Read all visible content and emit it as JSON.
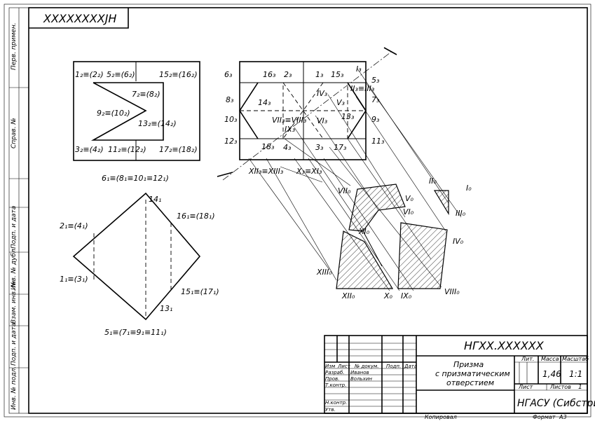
{
  "frame": {
    "code_box": "XXXXXXXXJH",
    "side_labels": [
      "Перв. примен.",
      "Справ. №",
      "Подп. и дата",
      "Инв. № дубл.",
      "Взам. инв. №",
      "Подп. и дата",
      "Инв. № подл."
    ]
  },
  "front_view": {
    "labels": [
      "1₂≡(2₂)",
      "5₂≡(6₂)",
      "15₂≡(16₂)",
      "7₂≡(8₂)",
      "9₂≡(10₂)",
      "13₂≡(14₂)",
      "3₂≡(4₂)",
      "11₂≡(12₂)",
      "17₂≡(18₂)"
    ]
  },
  "top_view": {
    "labels": [
      "6₁≡(8₁≡10₁≡12₁)",
      "14₁",
      "16₁≡(18₁)",
      "2₁≡(4₁)",
      "1₁≡(3₁)",
      "15₁≡(17₁)",
      "13₁",
      "5₁≡(7₁≡9₁≡11₁)"
    ]
  },
  "aux_view": {
    "labels": [
      "6₃",
      "16₃",
      "2₃",
      "1₃",
      "15₃",
      "I₃",
      "5₃",
      "8₃",
      "14₃",
      "IV₃",
      "II₃≡III₃",
      "7₃",
      "V₃",
      "10₃",
      "VII₃≡VIII₃",
      "IX₃",
      "VI₃",
      "13₃",
      "9₃",
      "12₃",
      "18₃",
      "4₃",
      "3₃",
      "17₃",
      "11₃",
      "XII₃≡XIII₃",
      "X₃≡XI₃"
    ]
  },
  "oblique_view": {
    "labels": [
      "II₀",
      "I₀",
      "III₀",
      "VII₀",
      "V₀",
      "VI₀",
      "XI₀",
      "IV₀",
      "XIII₀",
      "XII₀",
      "X₀",
      "IX₀",
      "VIII₀"
    ]
  },
  "title_block": {
    "doc_code": "НГХХ.ХХХХХХ",
    "title": [
      "Призма",
      "с призматическим",
      "отверстием"
    ],
    "col_izm": "Изм",
    "col_list": "Лист",
    "col_doc": "№ докум.",
    "col_sign": "Подп.",
    "col_date": "Дата",
    "razrab_label": "Разраб.",
    "razrab_name": "Иванов",
    "prov_label": "Пров.",
    "prov_name": "Вольхин",
    "tkontr_label": "Т.контр.",
    "nkontr_label": "Н.контр.",
    "utv_label": "Утв.",
    "lit_label": "Лит.",
    "mass_label": "Масса",
    "scale_label": "Масштаб",
    "mass_value": "1,46",
    "scale_value": "1:1",
    "sheet_label": "Лист",
    "sheets_label": "Листов",
    "sheets_value": "1",
    "org": "НГАСУ (Сибстрин)",
    "copied_label": "Копировал",
    "format_label": "Формат",
    "format_value": "А3"
  }
}
